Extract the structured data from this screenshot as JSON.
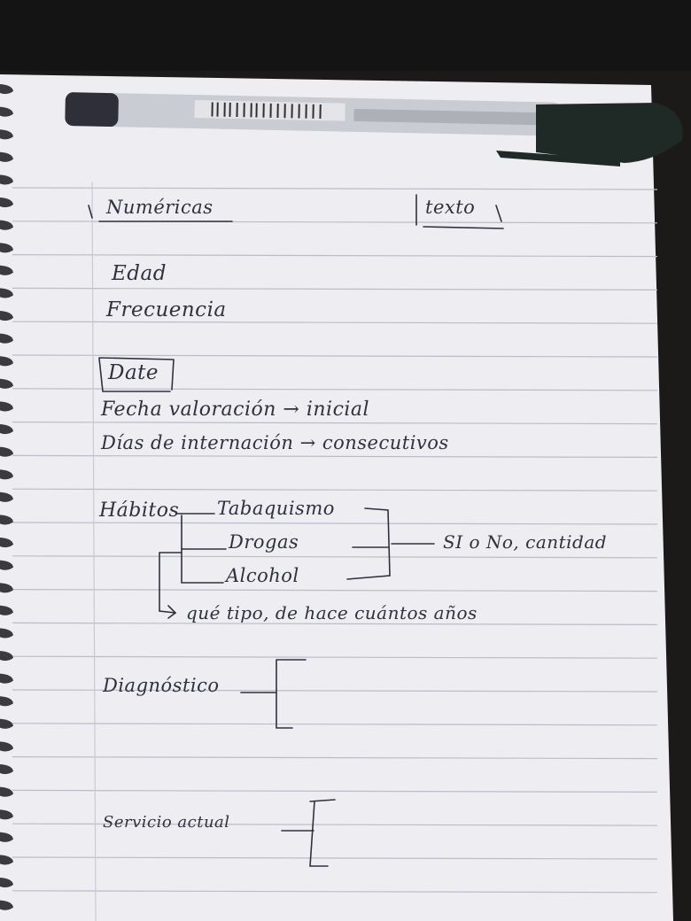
{
  "colors": {
    "paper": "#eeedf1",
    "rule_line": "#b9bccb",
    "ink": "#2f3140",
    "desk": "#1b1a19",
    "pen_body": "#c9ccd2",
    "pen_cap": "#1f2a26"
  },
  "notes": {
    "heading_left": "Numéricas",
    "heading_right": "texto",
    "numeric": {
      "edad": "Edad",
      "frecuencia": "Frecuencia"
    },
    "date_heading": "Date",
    "dates": {
      "line1": "Fecha valoración → inicial",
      "line2": "Días de internación → consecutivos"
    },
    "habits": {
      "label": "Hábitos",
      "items": [
        "Tabaquismo",
        "Drogas",
        "Alcohol"
      ],
      "result": "SI o No, cantidad",
      "followup": "qué tipo, de hace cuántos años"
    },
    "diagnostico": "Diagnóstico",
    "servicio": "Servicio actual"
  }
}
